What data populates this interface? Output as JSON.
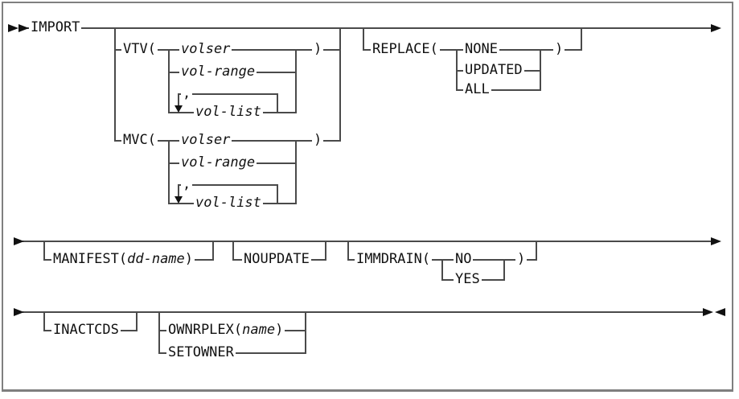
{
  "colors": {
    "line": "#4a4a4a",
    "text": "#111111",
    "frame": "#7f7f7f",
    "background": "#ffffff"
  },
  "diagram": {
    "row1": {
      "command": "IMPORT",
      "vtv_group": {
        "keyword_open": "VTV(",
        "keyword_close": ")",
        "choice_volser": "volser",
        "choice_vol_range": "vol-range",
        "choice_vol_list": "vol-list",
        "list_separator": ","
      },
      "mvc_group": {
        "keyword_open": "MVC(",
        "keyword_close": ")",
        "choice_volser": "volser",
        "choice_vol_range": "vol-range",
        "choice_vol_list": "vol-list",
        "list_separator": ","
      },
      "replace_group": {
        "keyword_open": "REPLACE(",
        "keyword_close": ")",
        "choice_none": "NONE",
        "choice_updated": "UPDATED",
        "choice_all": "ALL"
      }
    },
    "row2": {
      "manifest_group": {
        "keyword_open": "MANIFEST(",
        "param": "dd-name",
        "keyword_close": ")"
      },
      "noupdate": "NOUPDATE",
      "immdrain_group": {
        "keyword_open": "IMMDRAIN(",
        "keyword_close": ")",
        "choice_no": "NO",
        "choice_yes": "YES"
      }
    },
    "row3": {
      "inactcds": "INACTCDS",
      "ownrplex_group": {
        "keyword_open": "OWNRPLEX(",
        "param": "name",
        "keyword_close": ")"
      },
      "setowner": "SETOWNER"
    }
  }
}
